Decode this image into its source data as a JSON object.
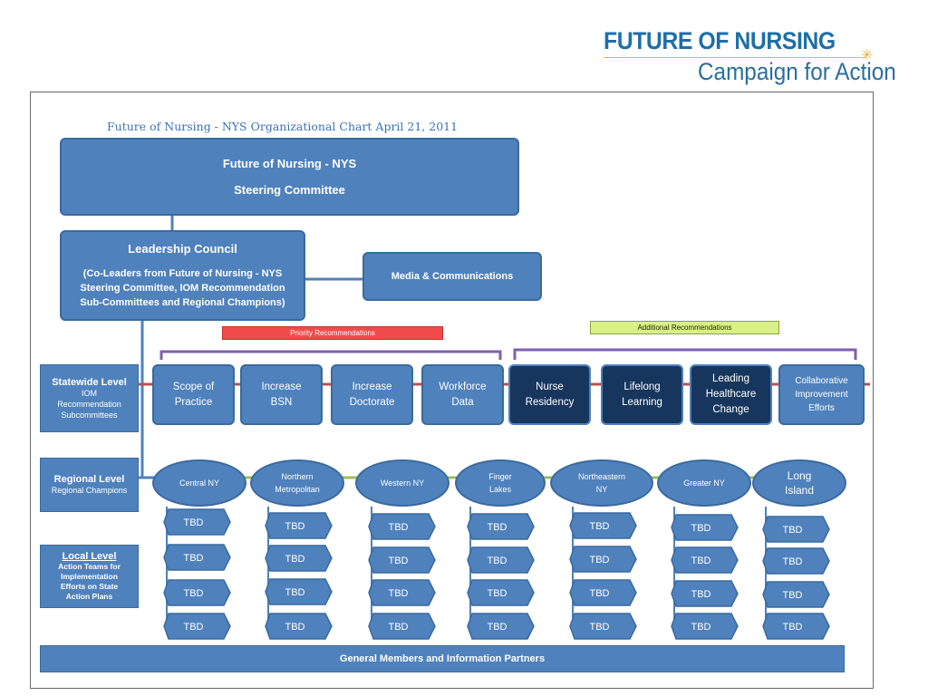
{
  "logo": {
    "line1": "FUTURE OF NURSING",
    "line2": "Campaign for Action",
    "star": "✳"
  },
  "chart_title": "Future of Nursing - NYS Organizational Chart April 21, 2011",
  "steering": {
    "line1": "Future of Nursing - NYS",
    "line2": "Steering Committee"
  },
  "leadership": {
    "title": "Leadership Council",
    "line1": "(Co-Leaders from Future of Nursing - NYS",
    "line2": "Steering Committee, IOM Recommendation",
    "line3": "Sub-Committees and Regional Champions)"
  },
  "media": "Media & Communications",
  "priority_label": "Priority Recommendations",
  "additional_label": "Additional Recommendations",
  "levels": {
    "statewide": {
      "title": "Statewide Level",
      "l1": "IOM",
      "l2": "Recommendation",
      "l3": "Subcommittees"
    },
    "regional": {
      "title": "Regional Level",
      "l1": "Regional Champions"
    },
    "local": {
      "title": "Local Level",
      "l1": "Action Teams for",
      "l2": "Implementation",
      "l3": "Efforts on State",
      "l4": "Action Plans"
    }
  },
  "recommendations": [
    {
      "l1": "Scope of",
      "l2": "Practice",
      "l3": "",
      "style": "light"
    },
    {
      "l1": "Increase",
      "l2": "BSN",
      "l3": "",
      "style": "light"
    },
    {
      "l1": "Increase",
      "l2": "Doctorate",
      "l3": "",
      "style": "light"
    },
    {
      "l1": "Workforce",
      "l2": "Data",
      "l3": "",
      "style": "light"
    },
    {
      "l1": "Nurse",
      "l2": "Residency",
      "l3": "",
      "style": "dark"
    },
    {
      "l1": "Lifelong",
      "l2": "Learning",
      "l3": "",
      "style": "dark"
    },
    {
      "l1": "Leading",
      "l2": "Healthcare",
      "l3": "Change",
      "style": "dark"
    },
    {
      "l1": "Collaborative",
      "l2": "Improvement",
      "l3": "Efforts",
      "style": "light"
    }
  ],
  "regions": [
    {
      "l1": "Central NY",
      "l2": ""
    },
    {
      "l1": "Northern",
      "l2": "Metropolitan"
    },
    {
      "l1": "Western NY",
      "l2": ""
    },
    {
      "l1": "Finger",
      "l2": "Lakes"
    },
    {
      "l1": "Northeastern",
      "l2": "NY"
    },
    {
      "l1": "Greater NY",
      "l2": ""
    },
    {
      "l1": "Long",
      "l2": "Island"
    }
  ],
  "tbd_label": "TBD",
  "general": "General Members and Information Partners",
  "colors": {
    "box": "#4f81bd",
    "dark_box": "#17365d",
    "priority": "#f14a4a",
    "additional": "#d9f08a",
    "bracket": "#7f5fae",
    "connector_red": "#c0504d",
    "connector_green": "#9bbb59"
  }
}
